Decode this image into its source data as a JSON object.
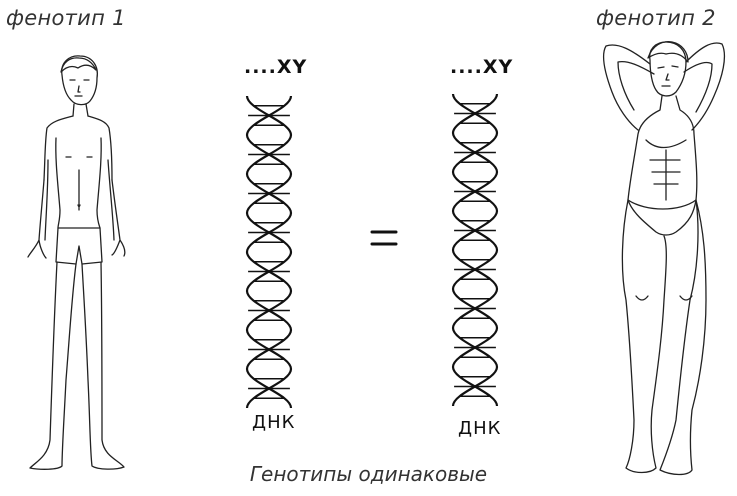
{
  "phenotype_1": "фенотип 1",
  "phenotype_2": "фенотип 2",
  "chromosome_left": "....XY",
  "chromosome_right": "....XY",
  "equals_sign": "=",
  "dna_left": "ДНК",
  "dna_right": "ДНК",
  "caption": "Генотипы одинаковые"
}
